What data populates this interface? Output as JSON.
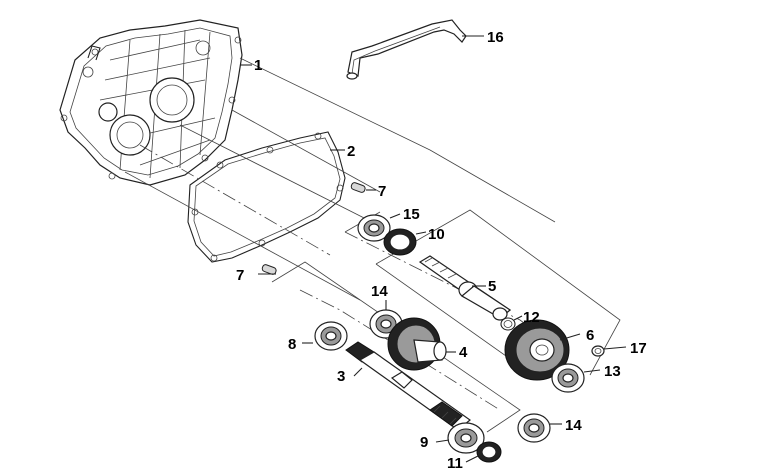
{
  "diagram": {
    "callouts": [
      {
        "id": "c1",
        "label": "1"
      },
      {
        "id": "c2",
        "label": "2"
      },
      {
        "id": "c3",
        "label": "3"
      },
      {
        "id": "c4",
        "label": "4"
      },
      {
        "id": "c5",
        "label": "5"
      },
      {
        "id": "c6",
        "label": "6"
      },
      {
        "id": "c7a",
        "label": "7"
      },
      {
        "id": "c7b",
        "label": "7"
      },
      {
        "id": "c8",
        "label": "8"
      },
      {
        "id": "c9",
        "label": "9"
      },
      {
        "id": "c10",
        "label": "10"
      },
      {
        "id": "c11",
        "label": "11"
      },
      {
        "id": "c12",
        "label": "12"
      },
      {
        "id": "c13",
        "label": "13"
      },
      {
        "id": "c14a",
        "label": "14"
      },
      {
        "id": "c14b",
        "label": "14"
      },
      {
        "id": "c15",
        "label": "15"
      },
      {
        "id": "c16",
        "label": "16"
      },
      {
        "id": "c17",
        "label": "17"
      }
    ]
  }
}
